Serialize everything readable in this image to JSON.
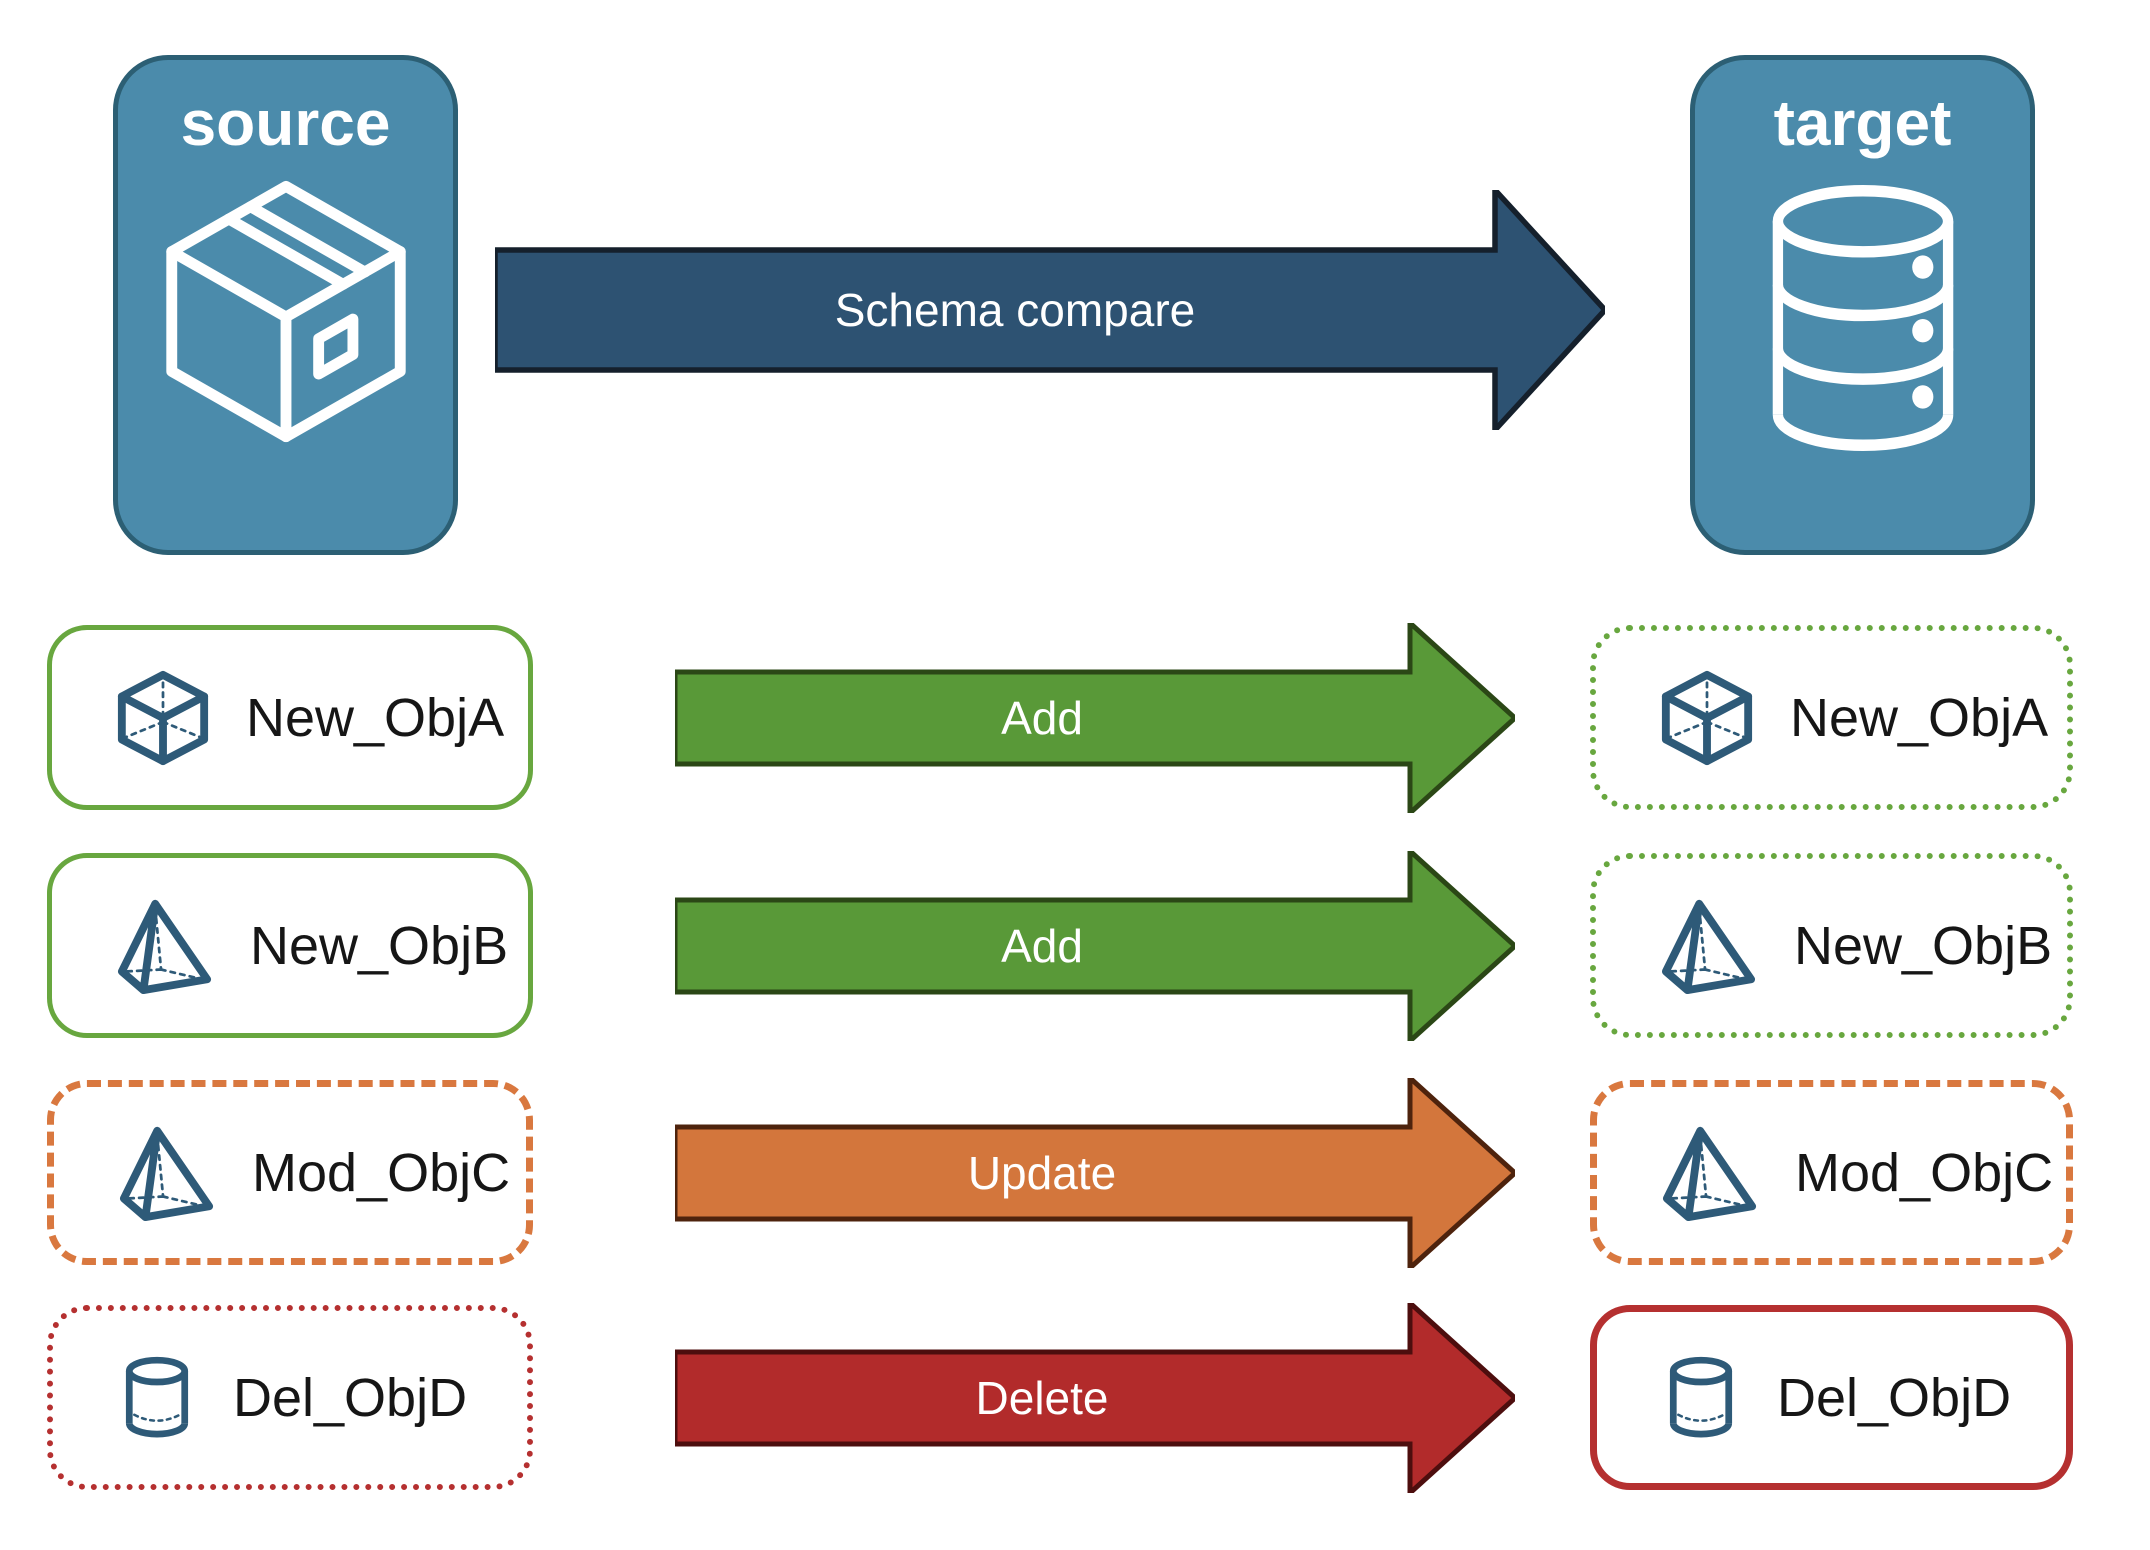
{
  "source_node": {
    "label": "source",
    "icon": "package-icon"
  },
  "target_node": {
    "label": "target",
    "icon": "database-icon"
  },
  "compare_arrow": {
    "label": "Schema compare"
  },
  "rows": [
    {
      "source": {
        "label": "New_ObjA",
        "icon": "cube-icon",
        "border_style": "solid-green"
      },
      "action": {
        "label": "Add",
        "color": "#599938"
      },
      "target": {
        "label": "New_ObjA",
        "icon": "cube-icon",
        "border_style": "dotted-green"
      }
    },
    {
      "source": {
        "label": "New_ObjB",
        "icon": "pyramid-icon",
        "border_style": "solid-green"
      },
      "action": {
        "label": "Add",
        "color": "#599938"
      },
      "target": {
        "label": "New_ObjB",
        "icon": "pyramid-icon",
        "border_style": "dotted-green"
      }
    },
    {
      "source": {
        "label": "Mod_ObjC",
        "icon": "pyramid-icon",
        "border_style": "dashed-orange"
      },
      "action": {
        "label": "Update",
        "color": "#d3763c"
      },
      "target": {
        "label": "Mod_ObjC",
        "icon": "pyramid-icon",
        "border_style": "dashed-orange"
      }
    },
    {
      "source": {
        "label": "Del_ObjD",
        "icon": "cylinder-icon",
        "border_style": "dotted-red"
      },
      "action": {
        "label": "Delete",
        "color": "#b22b2b"
      },
      "target": {
        "label": "Del_ObjD",
        "icon": "cylinder-icon",
        "border_style": "solid-red"
      }
    }
  ],
  "palette": {
    "node_fill": "#4b8bab",
    "node_border": "#2c5f74",
    "compare_arrow_fill": "#2d5272",
    "add_arrow_fill": "#599938",
    "update_arrow_fill": "#d3763c",
    "delete_arrow_fill": "#b22b2b",
    "green_border": "#68a73f",
    "orange_border": "#d9783f",
    "red_border": "#b53030",
    "object_icon_color": "#2e5a78"
  }
}
